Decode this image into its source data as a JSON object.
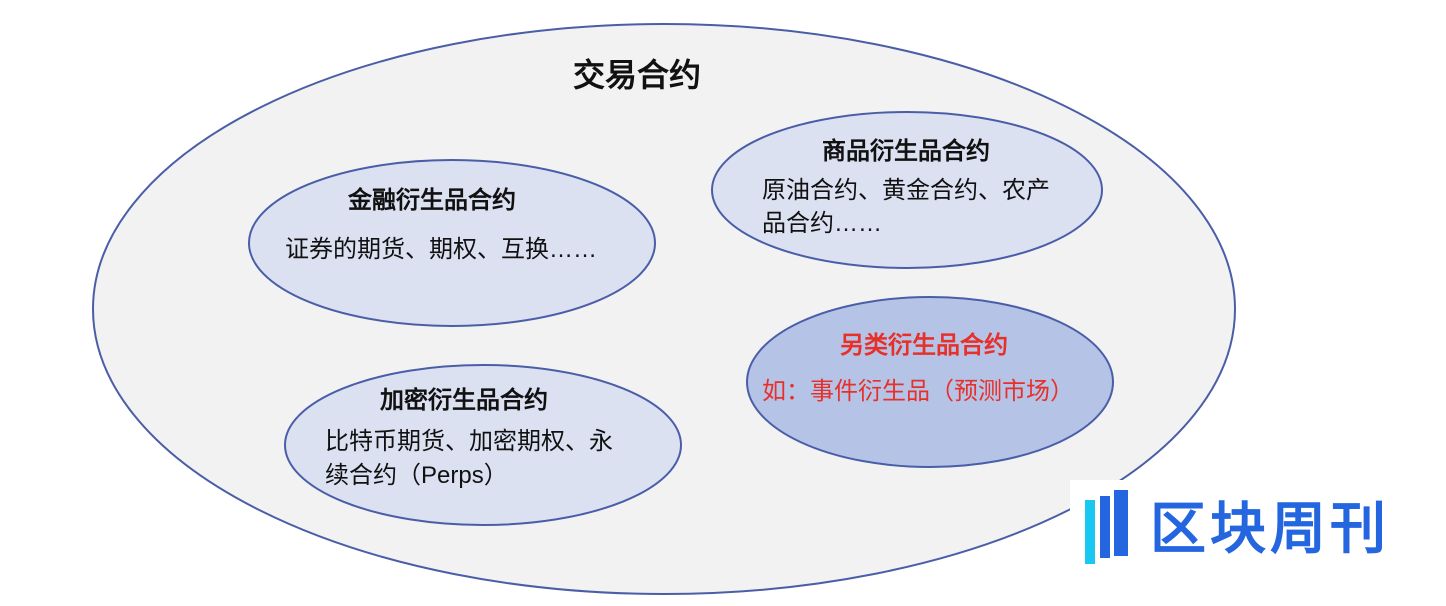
{
  "title": "交易合约",
  "groups": [
    {
      "heading": "金融衍生品合约",
      "body": "证券的期货、期权、互换……"
    },
    {
      "heading": "商品衍生品合约",
      "body_line1": "原油合约、黄金合约、农产",
      "body_line2": "品合约……"
    },
    {
      "heading": "加密衍生品合约",
      "body_line1": "比特币期货、加密期权、永",
      "body_line2": "续合约（Perps）"
    },
    {
      "heading": "另类衍生品合约",
      "body": "如：事件衍生品（预测市场）"
    }
  ],
  "logo": {
    "text": "区块周刊"
  },
  "colors": {
    "outer_fill": "#f2f2f2",
    "stroke": "#4a5ea8",
    "inner_fill": "#dce1f2",
    "highlight_fill": "#b4c3e6",
    "highlight_text": "#e8302a",
    "logo_blue": "#2466e0",
    "logo_cyan": "#19c8f0"
  }
}
